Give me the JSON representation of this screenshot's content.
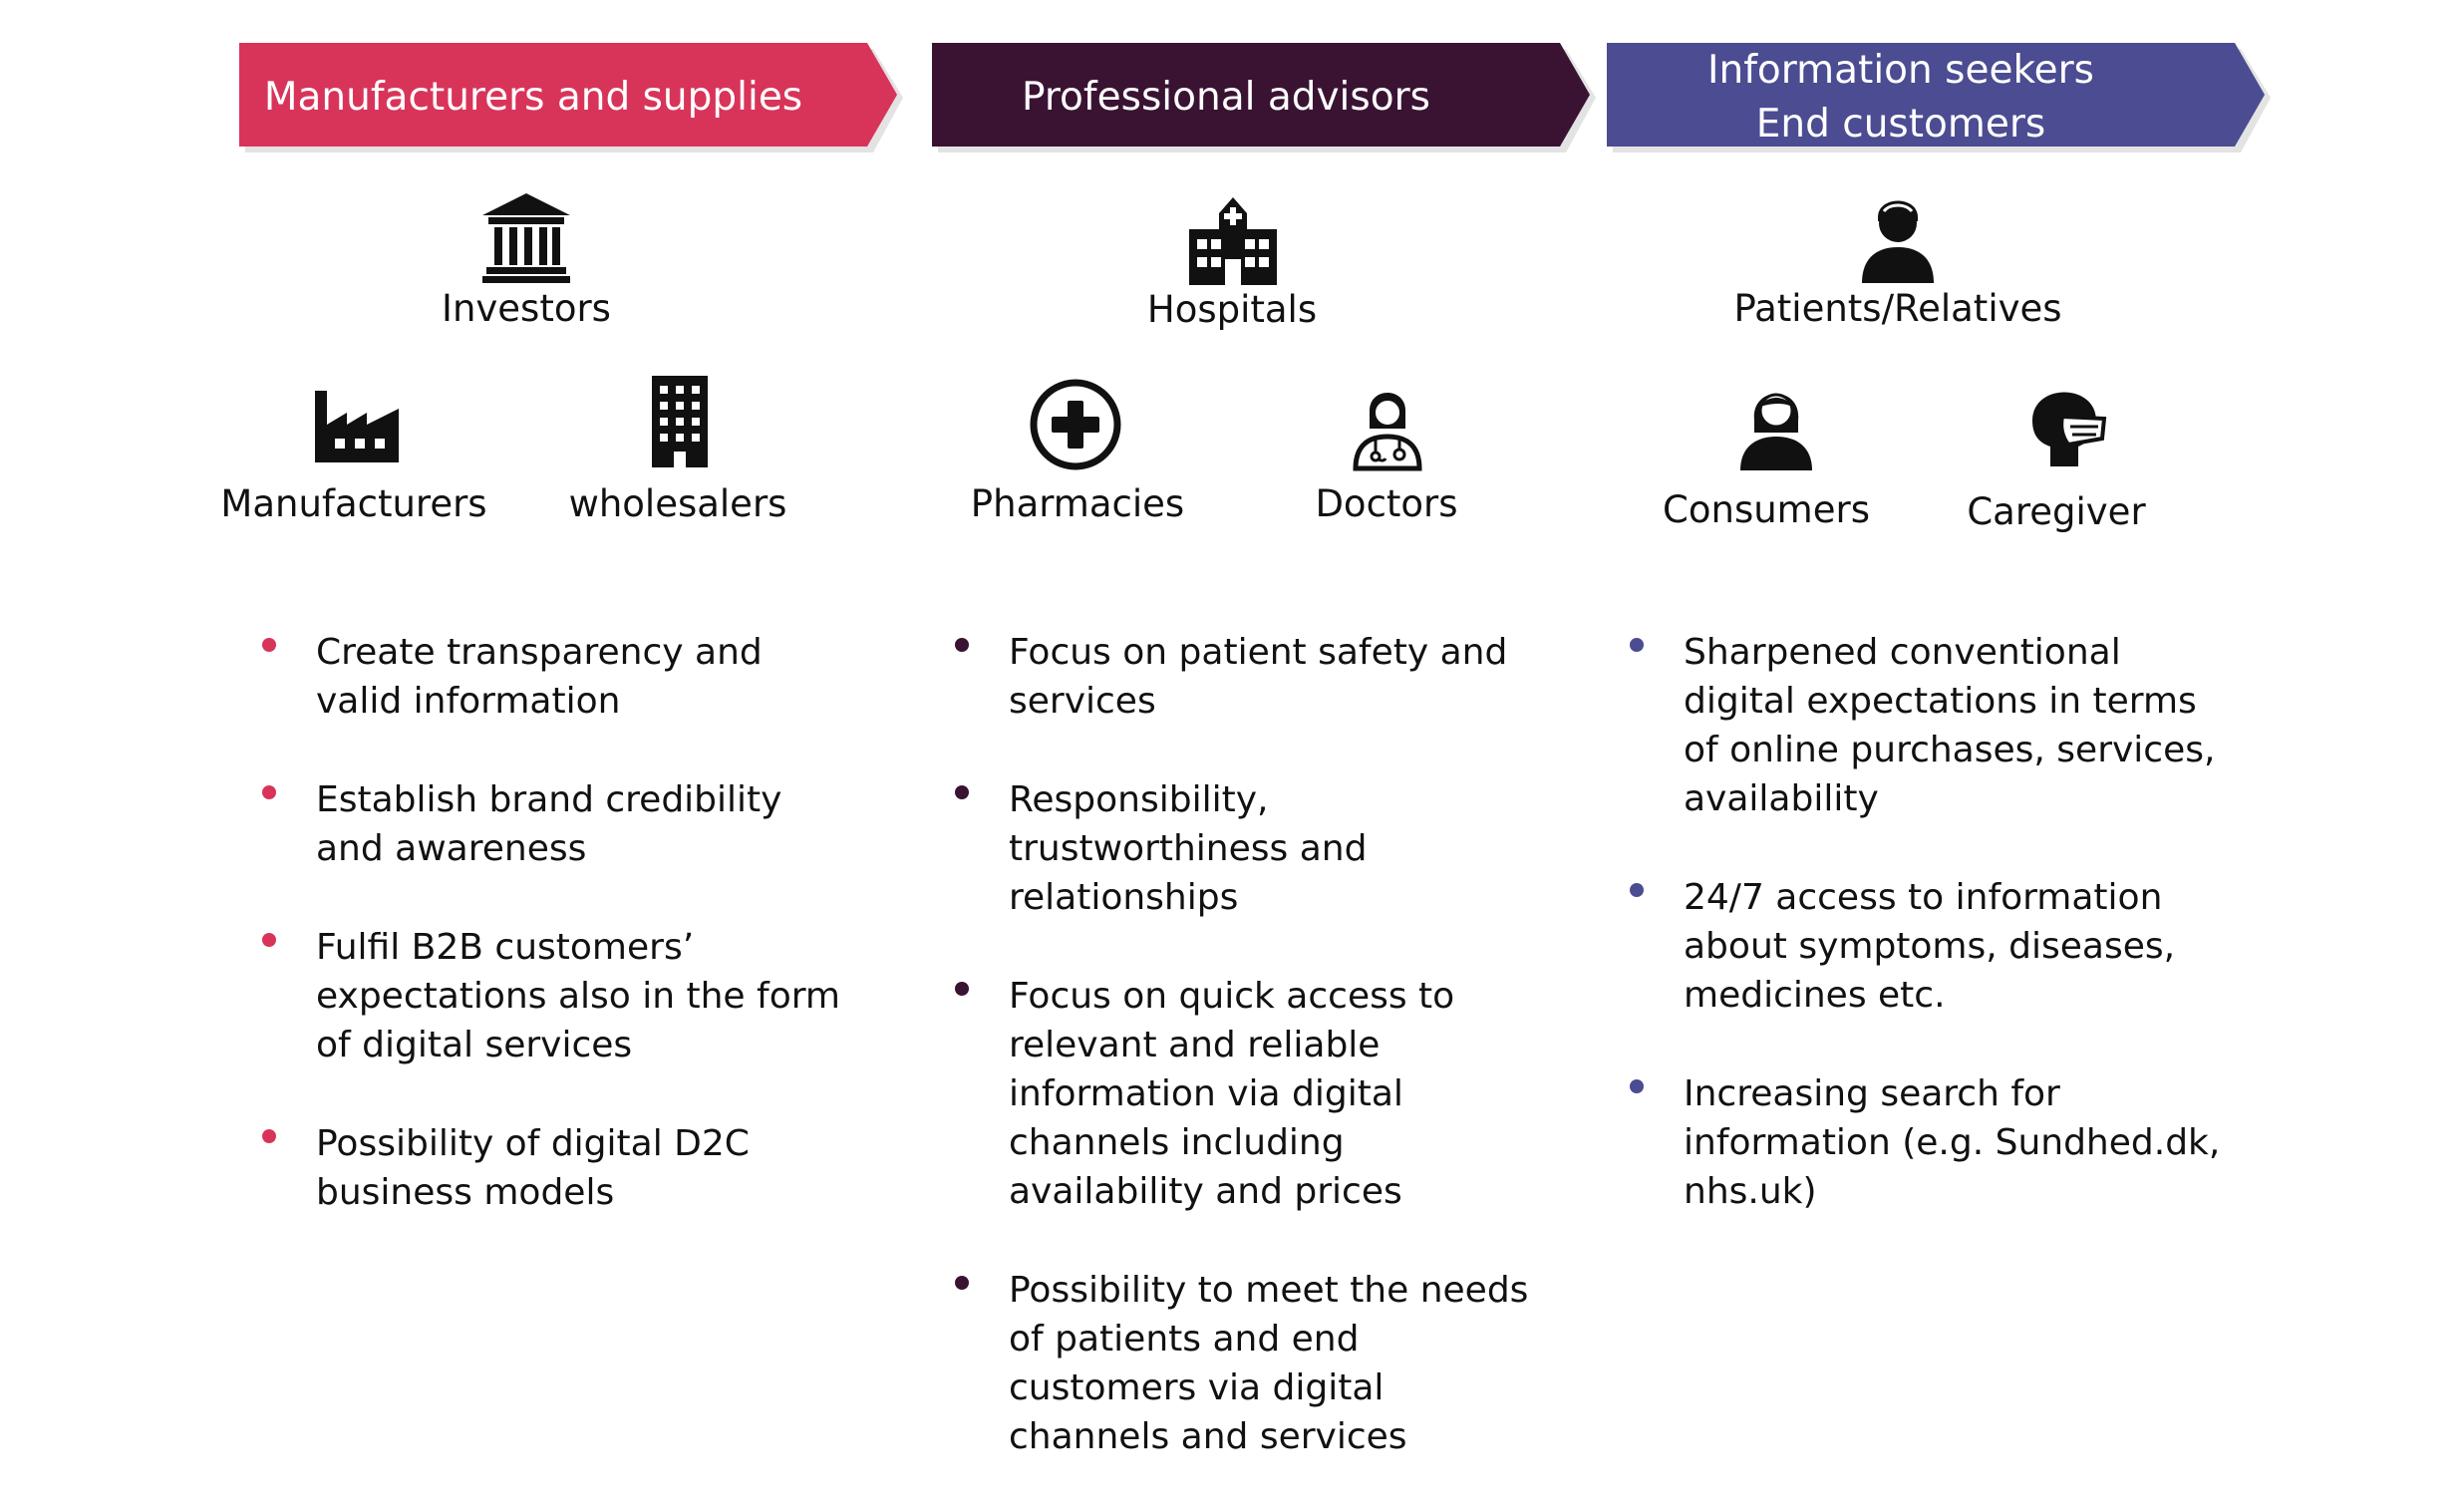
{
  "colors": {
    "stage_1": "#d8345a",
    "stage_2": "#3a1333",
    "stage_3": "#4b4c91"
  },
  "columns": [
    {
      "banner": [
        "Manufacturers and supplies"
      ],
      "top": {
        "icon": "bank-icon",
        "label": "Investors"
      },
      "left": {
        "icon": "factory-icon",
        "label": "Manufacturers"
      },
      "right": {
        "icon": "office-building-icon",
        "label": "wholesalers"
      },
      "bullets": [
        "Create transparency and valid information",
        "Establish brand credibility and awareness",
        "Fulfil B2B customers’ expectations also in the form of digital services",
        "Possibility of digital D2C business models"
      ]
    },
    {
      "banner": [
        "Professional advisors"
      ],
      "top": {
        "icon": "hospital-icon",
        "label": "Hospitals"
      },
      "left": {
        "icon": "medical-cross-icon",
        "label": "Pharmacies"
      },
      "right": {
        "icon": "doctor-icon",
        "label": "Doctors"
      },
      "bullets": [
        "Focus on patient safety and services",
        "Responsibility, trustworthiness and relationships",
        "Focus on quick access to relevant and reliable information via digital channels including availability and prices",
        "Possibility to meet the needs of patients and end customers via digital channels and services"
      ]
    },
    {
      "banner": [
        "Information seekers",
        "End customers"
      ],
      "top": {
        "icon": "patient-icon",
        "label": "Patients/Relatives"
      },
      "left": {
        "icon": "woman-icon",
        "label": "Consumers"
      },
      "right": {
        "icon": "masked-person-icon",
        "label": "Caregiver"
      },
      "bullets": [
        "Sharpened conventional digital expectations in terms of online purchases, services, availability",
        "24/7 access to information about symptoms, diseases, medicines etc.",
        "Increasing search for information (e.g. Sundhed.dk, nhs.uk)"
      ]
    }
  ]
}
